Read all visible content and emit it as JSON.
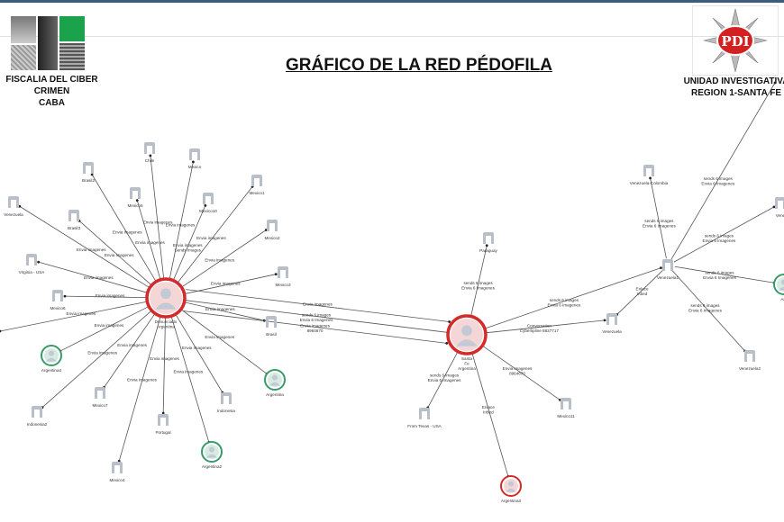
{
  "title": "GRÁFICO DE LA RED PÉDOFILA",
  "left_org": {
    "line1": "FISCALIA DEL CIBER CRIMEN",
    "line2": "CABA"
  },
  "right_org": {
    "line1": "UNIDAD INVESTIGATIVA",
    "line2": "REGION 1-SANTA FE",
    "logo_text": "PDI"
  },
  "colors": {
    "suspect": "#d42a2a",
    "victim": "#3a9a6a",
    "unknown": "#b9bfc8",
    "edge": "#555555"
  },
  "nodes": [
    {
      "id": "A",
      "label": "Denunciado Argentina",
      "type": "suspect"
    },
    {
      "id": "B",
      "label": "Santa Fe Argentina",
      "type": "suspect"
    },
    {
      "id": "C",
      "label": "Venezuela1",
      "type": "unknown"
    },
    {
      "id": "chile",
      "label": "Chile",
      "type": "unknown"
    },
    {
      "id": "mexico",
      "label": "Mexico",
      "type": "unknown"
    },
    {
      "id": "brasil2",
      "label": "Brasil2",
      "type": "unknown"
    },
    {
      "id": "mexico5",
      "label": "Mexico5",
      "type": "unknown"
    },
    {
      "id": "mexico10",
      "label": "Mexico10",
      "type": "unknown"
    },
    {
      "id": "mexico1",
      "label": "Mexico1",
      "type": "unknown"
    },
    {
      "id": "venezuelaL",
      "label": "Venezuela",
      "type": "unknown"
    },
    {
      "id": "brasil3",
      "label": "Brasil3",
      "type": "unknown"
    },
    {
      "id": "mexico2",
      "label": "Mexico2",
      "type": "unknown"
    },
    {
      "id": "virginia",
      "label": "Virginia - USA",
      "type": "unknown"
    },
    {
      "id": "mexico3",
      "label": "Mexico3",
      "type": "unknown"
    },
    {
      "id": "mexico6",
      "label": "Mexico6",
      "type": "unknown"
    },
    {
      "id": "brasil",
      "label": "Brasil",
      "type": "unknown"
    },
    {
      "id": "argentina4",
      "label": "Argentina4",
      "type": "victim"
    },
    {
      "id": "argentina",
      "label": "Argentina",
      "type": "victim"
    },
    {
      "id": "indonesia2",
      "label": "Indonesia2",
      "type": "unknown"
    },
    {
      "id": "mexico7",
      "label": "Mexico7",
      "type": "unknown"
    },
    {
      "id": "indonesia",
      "label": "Indonesia",
      "type": "unknown"
    },
    {
      "id": "portugal",
      "label": "Portugal",
      "type": "unknown"
    },
    {
      "id": "mexico4",
      "label": "Mexico4",
      "type": "unknown"
    },
    {
      "id": "argentina2",
      "label": "Argentina2",
      "type": "victim"
    },
    {
      "id": "paraguay",
      "label": "Paraguay",
      "type": "unknown"
    },
    {
      "id": "texas",
      "label": "From Texas - USA",
      "type": "unknown"
    },
    {
      "id": "mexico11",
      "label": "Mexico11",
      "type": "unknown"
    },
    {
      "id": "argentina3",
      "label": "Argentina3",
      "type": "suspect"
    },
    {
      "id": "venezuelaB",
      "label": "Venezuela",
      "type": "unknown"
    },
    {
      "id": "colombia",
      "label": "Venezuela-Colombia",
      "type": "unknown"
    },
    {
      "id": "venezuelaR",
      "label": "Vene",
      "type": "unknown"
    },
    {
      "id": "argentinaR",
      "label": "Arg",
      "type": "victim"
    },
    {
      "id": "venezuela2",
      "label": "Venezuela2",
      "type": "unknown"
    }
  ],
  "edges": [
    {
      "from": "A",
      "to": "chile",
      "label": "Envia imagenes"
    },
    {
      "from": "A",
      "to": "mexico",
      "label": "Envia imagenes"
    },
    {
      "from": "A",
      "to": "brasil2",
      "label": "Envia imagenes"
    },
    {
      "from": "A",
      "to": "mexico5",
      "label": "Envia imagenes"
    },
    {
      "from": "A",
      "to": "mexico10",
      "label": "Envia imagenes / Sends Images"
    },
    {
      "from": "A",
      "to": "mexico1",
      "label": "Envia imagenes"
    },
    {
      "from": "A",
      "to": "venezuelaL",
      "label": "Envia imagenes"
    },
    {
      "from": "A",
      "to": "brasil3",
      "label": "Envia imagenes"
    },
    {
      "from": "A",
      "to": "mexico2",
      "label": "Envia imagenes"
    },
    {
      "from": "A",
      "to": "virginia",
      "label": "Envia imagenes"
    },
    {
      "from": "A",
      "to": "mexico3",
      "label": "Envia imagenes"
    },
    {
      "from": "A",
      "to": "mexico6",
      "label": "Envia imagenes"
    },
    {
      "from": "A",
      "to": "offleft",
      "label": "Envia imagenes"
    },
    {
      "from": "A",
      "to": "brasil",
      "label": "Envia imagenes"
    },
    {
      "from": "A",
      "to": "argentina4",
      "label": "Envia imagenes"
    },
    {
      "from": "A",
      "to": "argentina",
      "label": "Envia imagenes"
    },
    {
      "from": "A",
      "to": "indonesia2",
      "label": "Envia imagenes"
    },
    {
      "from": "A",
      "to": "mexico7",
      "label": "Envia imagenes"
    },
    {
      "from": "A",
      "to": "indonesia",
      "label": "Envia imagenes"
    },
    {
      "from": "A",
      "to": "portugal",
      "label": "Envia imagenes"
    },
    {
      "from": "A",
      "to": "mexico4",
      "label": "Envia Imagenes"
    },
    {
      "from": "A",
      "to": "argentina2",
      "label": "Envia imagenes"
    },
    {
      "from": "A",
      "to": "B",
      "label": "Envia imagenes"
    },
    {
      "from": "B",
      "to": "A",
      "label": "sends 6 images / Envia 6 Imagenes"
    },
    {
      "from": "A",
      "to": "B",
      "label": "Envia imagenes / 8964670"
    },
    {
      "from": "B",
      "to": "paraguay",
      "label": "sends 6 images / Envia 6 Imagenes"
    },
    {
      "from": "B",
      "to": "texas",
      "label": "sends 6 images / Envia 6 Imagenes"
    },
    {
      "from": "B",
      "to": "mexico11",
      "label": "Envia imagenes / 8964670"
    },
    {
      "from": "B",
      "to": "argentina3",
      "label": "Enlace / Inbed"
    },
    {
      "from": "B",
      "to": "venezuelaB",
      "label": "Conversation / Cyberlipline 8837717"
    },
    {
      "from": "B",
      "to": "C",
      "label": "sends 6 images / Envia 6 Imagenes"
    },
    {
      "from": "C",
      "to": "venezuelaB",
      "label": "Enlace / Inbed"
    },
    {
      "from": "C",
      "to": "colombia",
      "label": "sends 6 images / Envia 6 Imagenes"
    },
    {
      "from": "C",
      "to": "offtop",
      "label": "sends 6 images / Envia 6 Imagenes"
    },
    {
      "from": "C",
      "to": "venezuelaR",
      "label": "sends 6 images / Envia 6 Imagenes"
    },
    {
      "from": "C",
      "to": "argentinaR",
      "label": "sends 6 images / Envia 6 Imagenes"
    },
    {
      "from": "C",
      "to": "venezuela2",
      "label": "sends 6 images / Envia 6 Imagenes"
    }
  ]
}
